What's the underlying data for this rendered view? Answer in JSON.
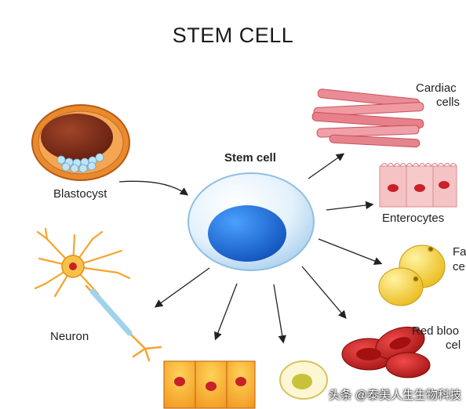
{
  "title": "STEM CELL",
  "labels": {
    "stem_cell": "Stem cell",
    "blastocyst": "Blastocyst",
    "cardiac_line1": "Cardiac",
    "cardiac_line2": "cells",
    "enterocytes": "Enterocytes",
    "fat_line1": "Fa",
    "fat_line2": "ce",
    "neuron": "Neuron",
    "red_blood_line1": "Red bloo",
    "red_blood_line2": "cel"
  },
  "watermark": "头条 @泰美人生生物科技",
  "colors": {
    "stem_membrane": "#cfe6f7",
    "stem_nucleus": "#1f6fd6",
    "blastocyst_outer": "#e07a24",
    "blastocyst_inner": "#7a2a12",
    "cardiac": "#e8868e",
    "enterocyte": "#f3b9bb",
    "fat": "#f4cf2e",
    "neuron": "#f4a52c",
    "red_blood": "#cf1f1f",
    "epithelial": "#f7a61c"
  }
}
